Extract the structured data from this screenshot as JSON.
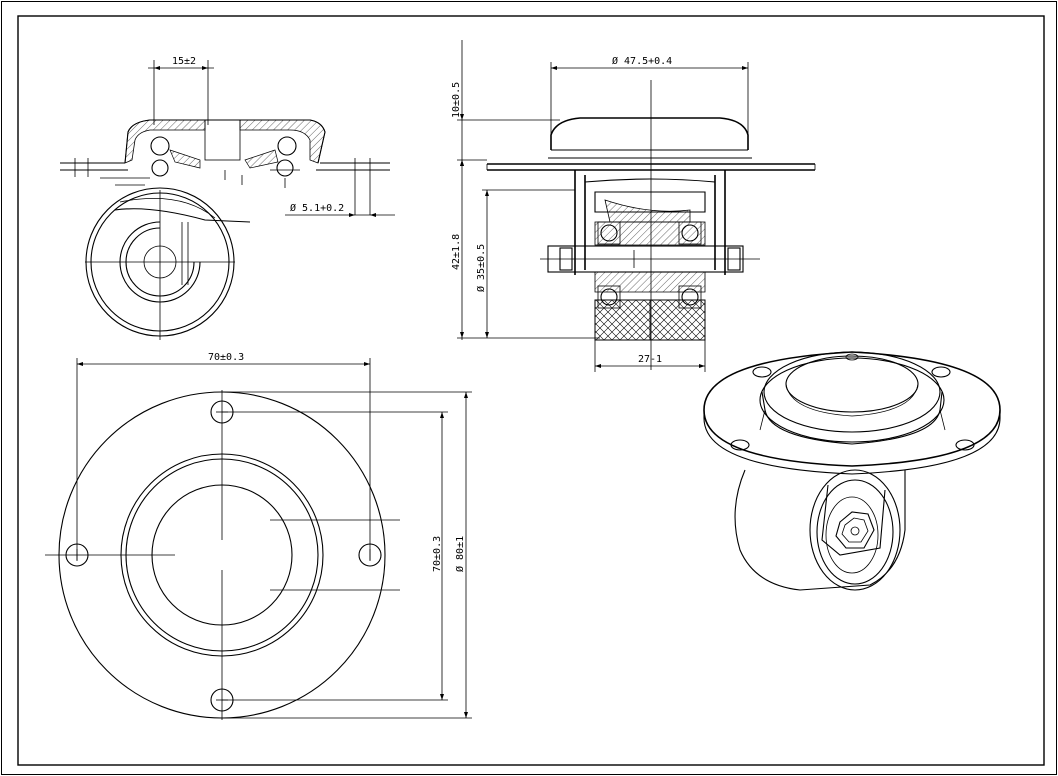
{
  "dimensions": {
    "hole_spacing_top": "15±2",
    "hole_diameter": "Ø 5.1+0.2",
    "plate_width": "70±0.3",
    "plate_height": "70±0.3",
    "plate_diameter": "Ø 80±1",
    "housing_diameter": "Ø 47.5+0.4",
    "housing_height": "10±0.5",
    "overall_height": "42±1.8",
    "wheel_diameter": "Ø 35±0.5",
    "wheel_width": "27-1"
  }
}
